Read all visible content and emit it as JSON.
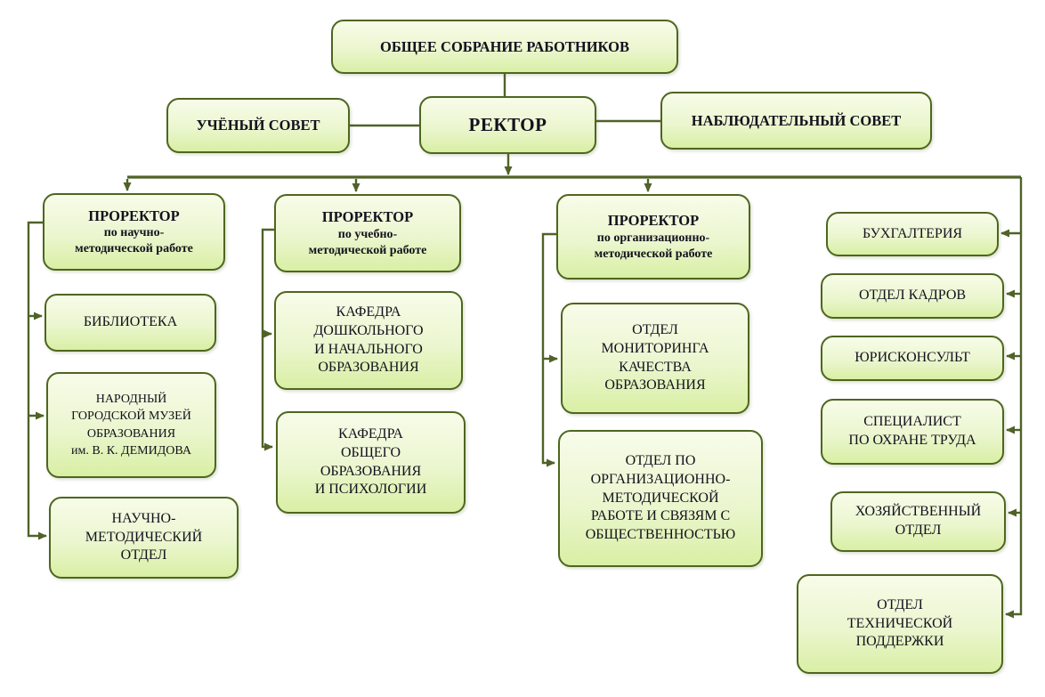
{
  "colors": {
    "box_border": "#4e661f",
    "connector": "#4f6228",
    "box_fill_top": "#f7fce9",
    "box_fill_mid": "#ebf6cf",
    "box_fill_bottom": "#d9efa4",
    "text": "#12121d"
  },
  "nodes": {
    "general_assembly": {
      "label": "ОБЩЕЕ СОБРАНИЕ РАБОТНИКОВ"
    },
    "academic_council": {
      "label": "УЧЁНЫЙ СОВЕТ"
    },
    "rector": {
      "label": "РЕКТОР"
    },
    "supervisory_board": {
      "label": "НАБЛЮДАТЕЛЬНЫЙ СОВЕТ"
    },
    "vice_rector_scientific": {
      "title": "ПРОРЕКТОР",
      "subtitle": "по научно-\nметодической работе"
    },
    "vice_rector_academic": {
      "title": "ПРОРЕКТОР",
      "subtitle": "по учебно-\nметодической работе"
    },
    "vice_rector_organizational": {
      "title": "ПРОРЕКТОР",
      "subtitle": "по организационно-\nметодической работе"
    },
    "library": {
      "label": "БИБЛИОТЕКА"
    },
    "museum": {
      "label": "НАРОДНЫЙ\nГОРОДСКОЙ МУЗЕЙ\nОБРАЗОВАНИЯ\nим. В. К. ДЕМИДОВА"
    },
    "scientific_methodical_department": {
      "label": "НАУЧНО-\nМЕТОДИЧЕСКИЙ\nОТДЕЛ"
    },
    "preschool_primary_education_chair": {
      "label": "КАФЕДРА\nДОШКОЛЬНОГО\nИ НАЧАЛЬНОГО\nОБРАЗОВАНИЯ"
    },
    "general_education_psychology_chair": {
      "label": "КАФЕДРА\nОБЩЕГО\nОБРАЗОВАНИЯ\nИ ПСИХОЛОГИИ"
    },
    "education_quality_monitoring_department": {
      "label": "ОТДЕЛ\nМОНИТОРИНГА\nКАЧЕСТВА\nОБРАЗОВАНИЯ"
    },
    "org_methodical_pr_department": {
      "label": "ОТДЕЛ ПО\nОРГАНИЗАЦИОННО-\nМЕТОДИЧЕСКОЙ\nРАБОТЕ И СВЯЗЯМ С\nОБЩЕСТВЕННОСТЬЮ"
    },
    "accounting": {
      "label": "БУХГАЛТЕРИЯ"
    },
    "hr_department": {
      "label": "ОТДЕЛ КАДРОВ"
    },
    "legal_counsel": {
      "label": "ЮРИСКОНСУЛЬТ"
    },
    "labor_safety_specialist": {
      "label": "СПЕЦИАЛИСТ\nПО ОХРАНЕ ТРУДА"
    },
    "facilities_department": {
      "label": "ХОЗЯЙСТВЕННЫЙ\nОТДЕЛ"
    },
    "technical_support_department": {
      "label": "ОТДЕЛ\nТЕХНИЧЕСКОЙ\nПОДДЕРЖКИ"
    }
  }
}
